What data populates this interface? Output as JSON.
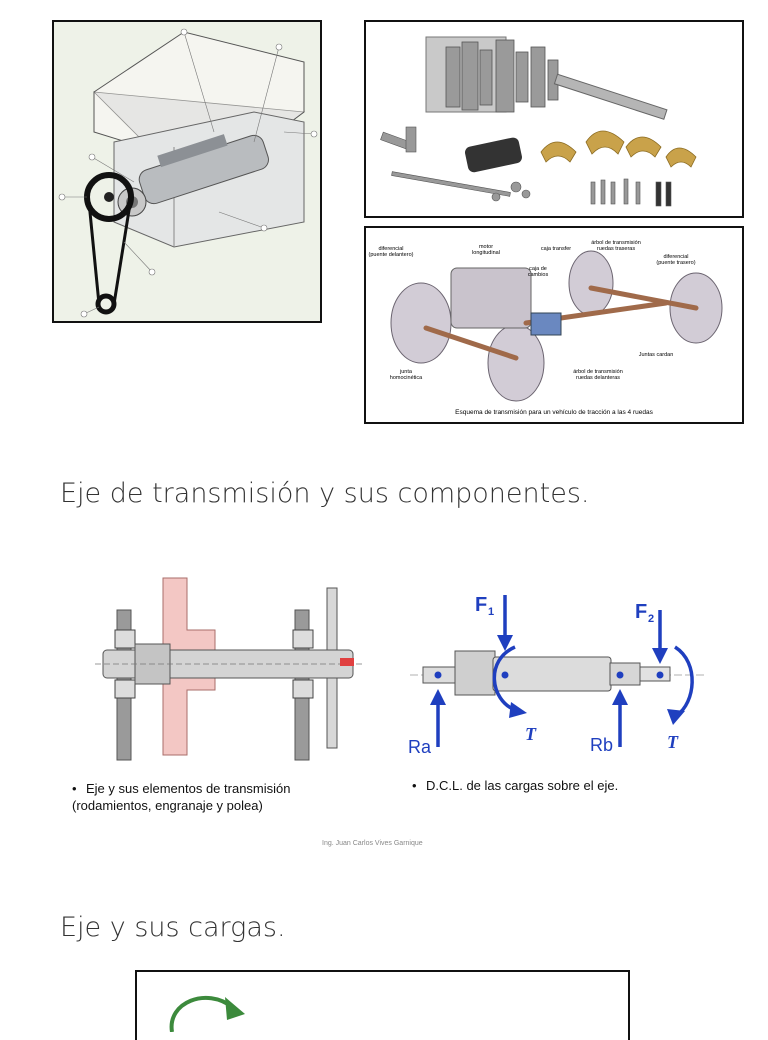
{
  "slide1": {
    "title": "Eje de transmisión y sus componentes.",
    "diagram": {
      "labels": {
        "diff_front": "diferencial\n(puente delantero)",
        "motor": "motor\nlongitudinal",
        "caja_transfer": "caja transfer",
        "arbol_traseras": "árbol de transmisión\nruedas traseras",
        "diff_rear": "diferencial\n(puente trasero)",
        "caja_cambios": "caja de\ncambios",
        "juntas_cardan": "Juntas cardan",
        "junta_homocinetica": "junta\nhomocinética",
        "arbol_delanteras": "árbol de transmisión\nruedas delanteras"
      },
      "caption": "Esquema de transmisión para un vehículo de tracción a las 4 ruedas"
    }
  },
  "slide2": {
    "bullet_left": "Eje y sus elementos de transmisión (rodamientos, engranaje y polea)",
    "bullet_right": "D.C.L. de las cargas sobre el eje.",
    "dcl": {
      "f1_label": "F",
      "f1_sub": "1",
      "f2_label": "F",
      "f2_sub": "2",
      "ra_label": "Ra",
      "rb_label": "Rb",
      "t_label": "T"
    },
    "author": "Ing. Juan Carlos Vives Garnique"
  },
  "slide3": {
    "title": "Eje y sus cargas."
  },
  "colors": {
    "force_blue": "#1f3fbf",
    "gear_pink": "#f3c7c4",
    "frame": "#111111",
    "green_arrow": "#3c8a3c"
  }
}
